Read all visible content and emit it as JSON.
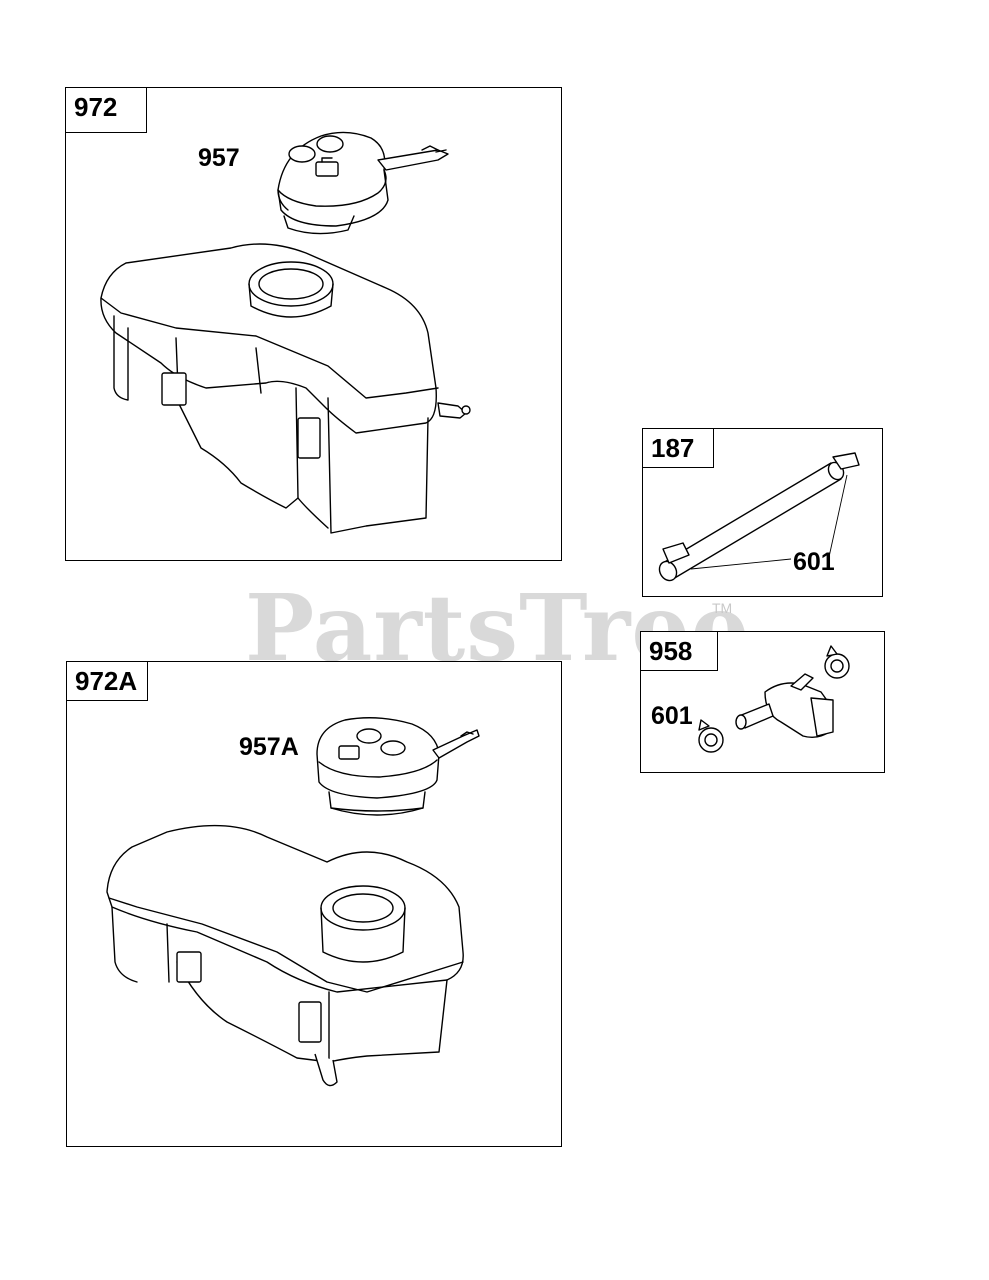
{
  "watermark": {
    "text": "PartsTree",
    "tm": "TM"
  },
  "panels": {
    "p972": {
      "label": "972",
      "callouts": {
        "cap": "957"
      }
    },
    "p972a": {
      "label": "972A",
      "callouts": {
        "cap": "957A"
      }
    },
    "p187": {
      "label": "187",
      "callouts": {
        "clamp": "601"
      }
    },
    "p958": {
      "label": "958",
      "callouts": {
        "clamp": "601"
      }
    }
  }
}
